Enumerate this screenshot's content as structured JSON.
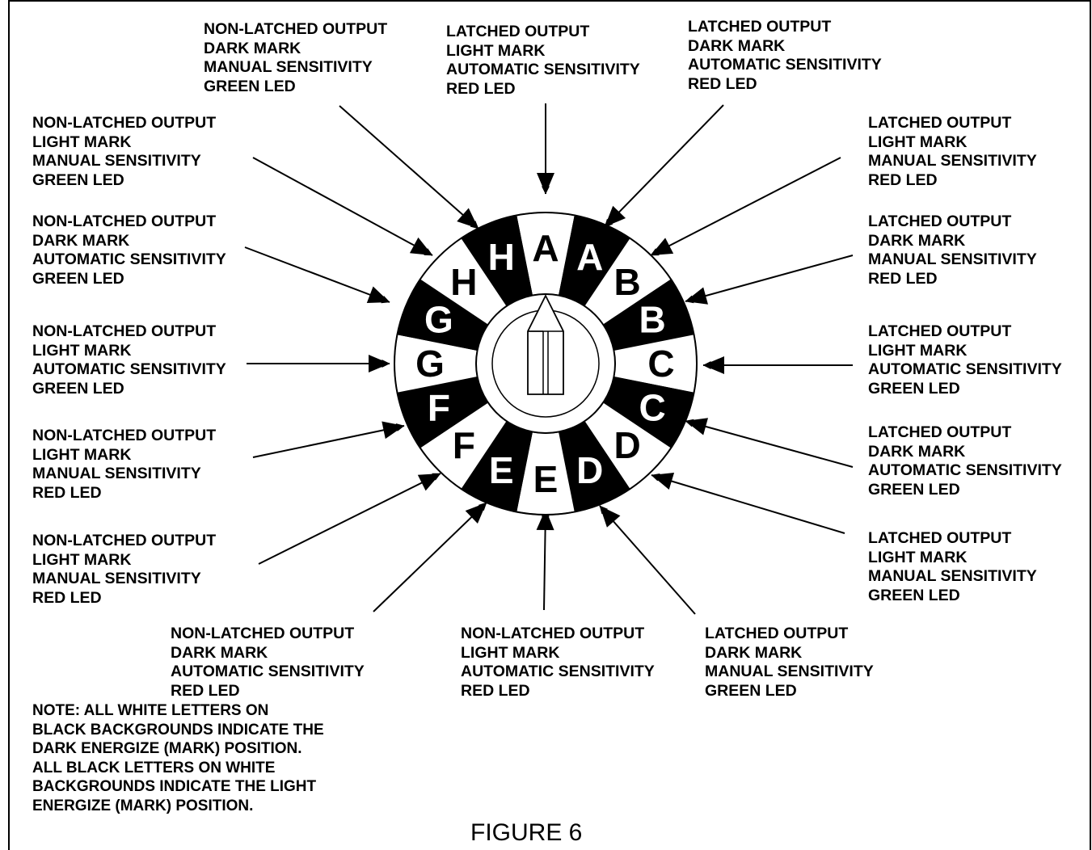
{
  "dial_letters": [
    {
      "letter": "A",
      "bg": "white"
    },
    {
      "letter": "A",
      "bg": "black"
    },
    {
      "letter": "B",
      "bg": "white"
    },
    {
      "letter": "B",
      "bg": "black"
    },
    {
      "letter": "C",
      "bg": "white"
    },
    {
      "letter": "C",
      "bg": "black"
    },
    {
      "letter": "D",
      "bg": "white"
    },
    {
      "letter": "D",
      "bg": "black"
    },
    {
      "letter": "E",
      "bg": "white"
    },
    {
      "letter": "E",
      "bg": "black"
    },
    {
      "letter": "F",
      "bg": "white"
    },
    {
      "letter": "F",
      "bg": "black"
    },
    {
      "letter": "G",
      "bg": "white"
    },
    {
      "letter": "G",
      "bg": "black"
    },
    {
      "letter": "H",
      "bg": "white"
    },
    {
      "letter": "H",
      "bg": "black"
    }
  ],
  "labels": [
    {
      "id": "top-center",
      "lines": [
        "LATCHED OUTPUT",
        "LIGHT MARK",
        "AUTOMATIC SENSITIVITY",
        "RED LED"
      ]
    },
    {
      "id": "top-right",
      "lines": [
        "LATCHED OUTPUT",
        "DARK MARK",
        "AUTOMATIC SENSITIVITY",
        "RED LED"
      ]
    },
    {
      "id": "right-1",
      "lines": [
        "LATCHED OUTPUT",
        "LIGHT MARK",
        "MANUAL SENSITIVITY",
        "RED LED"
      ]
    },
    {
      "id": "right-2",
      "lines": [
        "LATCHED OUTPUT",
        "DARK MARK",
        "MANUAL SENSITIVITY",
        "RED LED"
      ]
    },
    {
      "id": "right-3",
      "lines": [
        "LATCHED OUTPUT",
        "LIGHT MARK",
        "AUTOMATIC SENSITIVITY",
        "GREEN LED"
      ]
    },
    {
      "id": "right-4",
      "lines": [
        "LATCHED OUTPUT",
        "DARK MARK",
        "AUTOMATIC SENSITIVITY",
        "GREEN LED"
      ]
    },
    {
      "id": "right-5",
      "lines": [
        "LATCHED OUTPUT",
        "LIGHT MARK",
        "MANUAL SENSITIVITY",
        "GREEN LED"
      ]
    },
    {
      "id": "bottom-right",
      "lines": [
        "LATCHED OUTPUT",
        "DARK MARK",
        "MANUAL SENSITIVITY",
        "GREEN LED"
      ]
    },
    {
      "id": "bottom-center",
      "lines": [
        "NON-LATCHED OUTPUT",
        "LIGHT MARK",
        "AUTOMATIC SENSITIVITY",
        "RED LED"
      ]
    },
    {
      "id": "bottom-left",
      "lines": [
        "NON-LATCHED OUTPUT",
        "DARK MARK",
        "AUTOMATIC SENSITIVITY",
        "RED LED"
      ]
    },
    {
      "id": "left-5",
      "lines": [
        "NON-LATCHED OUTPUT",
        "LIGHT MARK",
        "MANUAL SENSITIVITY",
        "RED LED"
      ]
    },
    {
      "id": "left-4",
      "lines": [
        "NON-LATCHED OUTPUT",
        "LIGHT MARK",
        "MANUAL SENSITIVITY",
        "RED LED"
      ]
    },
    {
      "id": "left-3",
      "lines": [
        "NON-LATCHED OUTPUT",
        "LIGHT MARK",
        "AUTOMATIC SENSITIVITY",
        "GREEN LED"
      ]
    },
    {
      "id": "left-2",
      "lines": [
        "NON-LATCHED OUTPUT",
        "DARK MARK",
        "AUTOMATIC SENSITIVITY",
        "GREEN LED"
      ]
    },
    {
      "id": "left-1",
      "lines": [
        "NON-LATCHED OUTPUT",
        "LIGHT MARK",
        "MANUAL SENSITIVITY",
        "GREEN LED"
      ]
    },
    {
      "id": "top-left",
      "lines": [
        "NON-LATCHED OUTPUT",
        "DARK MARK",
        "MANUAL SENSITIVITY",
        "GREEN LED"
      ]
    }
  ],
  "note": {
    "lines": [
      "NOTE: ALL WHITE LETTERS ON",
      "BLACK BACKGROUNDS INDICATE THE",
      "DARK ENERGIZE (MARK) POSITION.",
      "ALL BLACK LETTERS ON WHITE",
      "BACKGROUNDS INDICATE THE LIGHT",
      "ENERGIZE (MARK) POSITION."
    ]
  },
  "caption": "FIGURE 6"
}
